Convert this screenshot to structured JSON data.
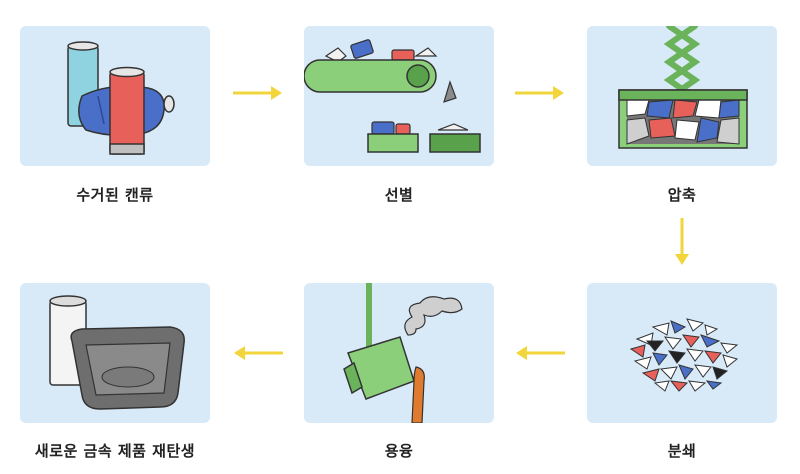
{
  "steps": [
    {
      "label": "수거된 캔류"
    },
    {
      "label": "선별"
    },
    {
      "label": "압축"
    },
    {
      "label": "분쇄"
    },
    {
      "label": "용융"
    },
    {
      "label": "새로운 금속 제품 재탄생"
    }
  ],
  "colors": {
    "card_background": "#d8e9f8",
    "arrow": "#f2d53a",
    "accent_green": "#7cc36e",
    "can_red": "#e8605a",
    "can_blue": "#4a6fc9",
    "can_cyan": "#8fd3e0"
  }
}
